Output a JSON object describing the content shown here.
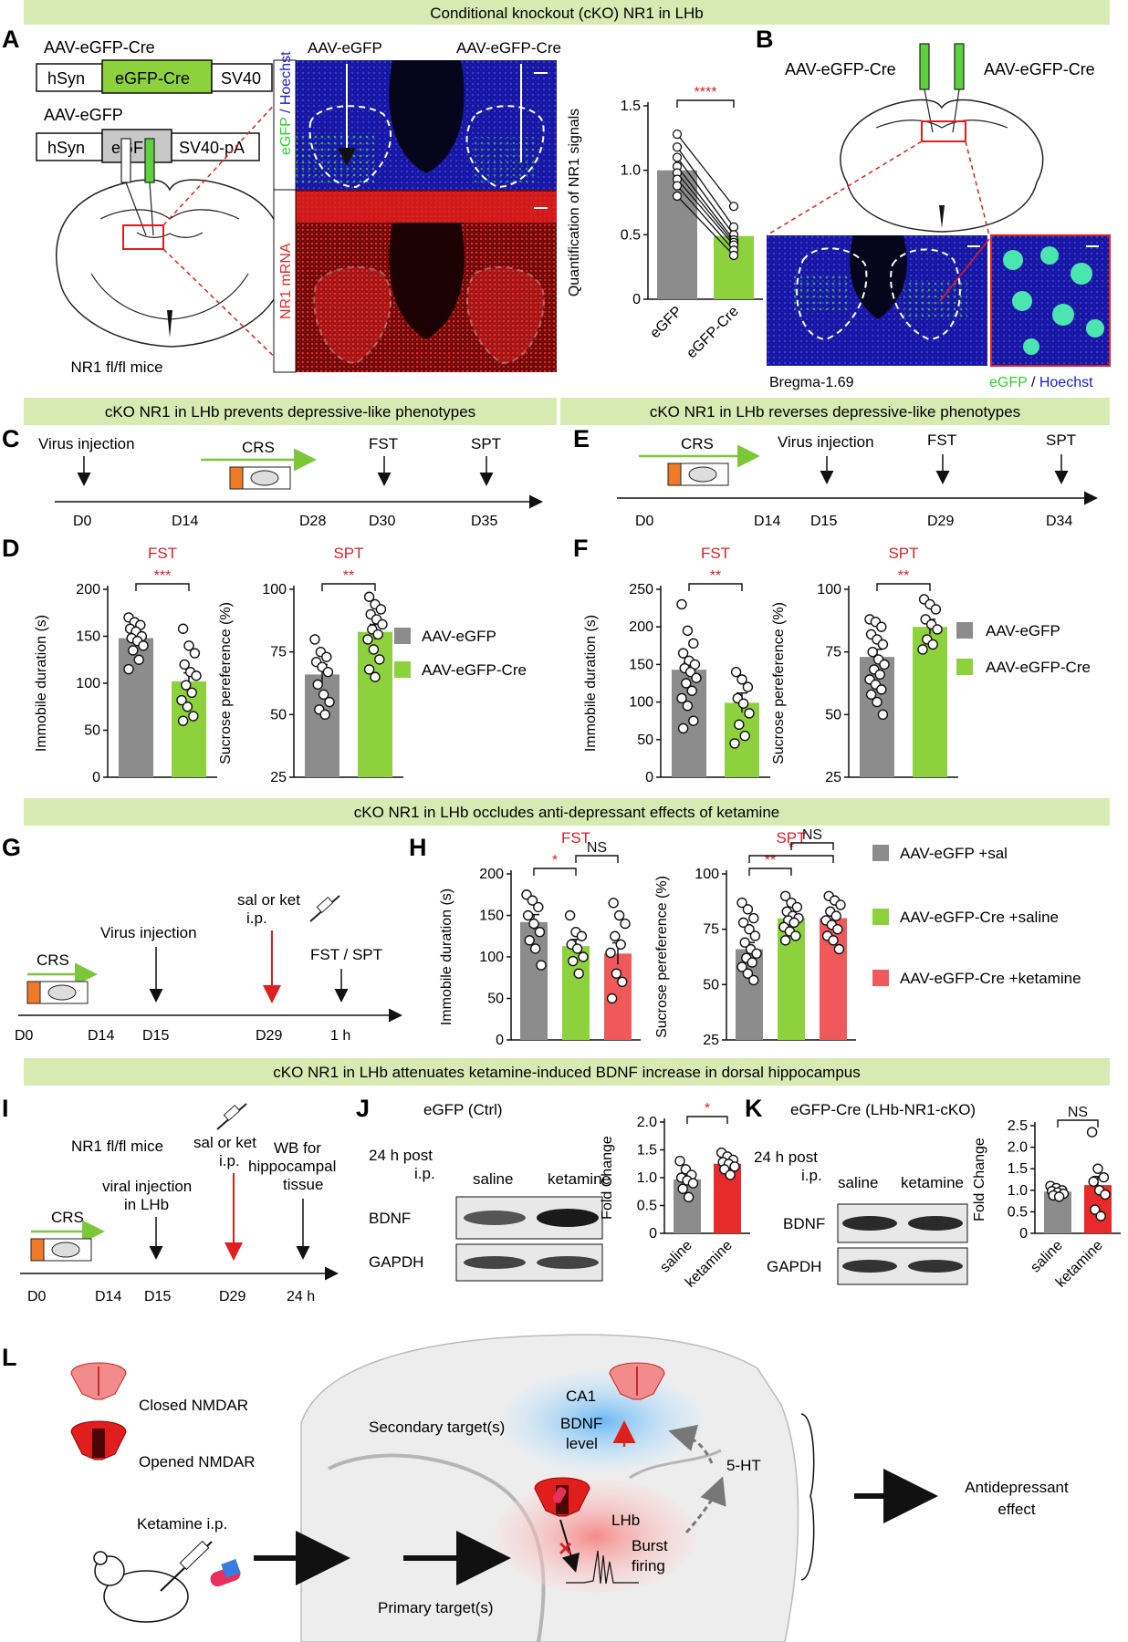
{
  "banners": {
    "a": "Conditional knockout (cKO) NR1 in LHb",
    "c": "cKO NR1 in LHb prevents depressive-like phenotypes",
    "e": "cKO NR1 in LHb reverses depressive-like phenotypes",
    "g": "cKO NR1 in LHb occludes anti-depressant effects of ketamine",
    "i": "cKO NR1 in LHb attenuates ketamine-induced BDNF increase in dorsal hippocampus"
  },
  "panel_labels": [
    "A",
    "B",
    "C",
    "D",
    "E",
    "F",
    "G",
    "H",
    "I",
    "J",
    "K",
    "L"
  ],
  "panelA": {
    "construct1_title": "AAV-eGFP-Cre",
    "construct1": [
      "hSyn",
      "eGFP-Cre",
      "SV40"
    ],
    "construct2_title": "AAV-eGFP",
    "construct2": [
      "hSyn",
      "eGFP",
      "SV40-pA"
    ],
    "mouse_label": "NR1 fl/fl mice",
    "img_left_label": "AAV-eGFP",
    "img_right_label": "AAV-eGFP-Cre",
    "side_top_1": "eGFP",
    "side_top_2": " / Hoechst",
    "side_bottom": "NR1 mRNA",
    "colors": {
      "green": "#8dd13c",
      "grey": "#8c8c8c",
      "red": "#e02a2a",
      "blue": "#1a1ad6"
    }
  },
  "panelB": {
    "left_label": "AAV-eGFP-Cre",
    "right_label": "AAV-eGFP-Cre",
    "bregma": "Bregma-1.69",
    "legend_1": "eGFP",
    "legend_sep": " / ",
    "legend_2": "Hoechst"
  },
  "timelineC": {
    "events": [
      "Virus injection",
      "CRS",
      "FST",
      "SPT"
    ],
    "days": [
      "D0",
      "D14",
      "D28",
      "D30",
      "D35"
    ]
  },
  "timelineE": {
    "events": [
      "CRS",
      "Virus injection",
      "FST",
      "SPT"
    ],
    "days": [
      "D0",
      "D14",
      "D15",
      "D29",
      "D34"
    ]
  },
  "timelineG": {
    "events": [
      "CRS",
      "Virus injection",
      "sal or ket",
      "i.p.",
      "FST / SPT"
    ],
    "days": [
      "D0",
      "D14",
      "D15",
      "D29",
      "1 h"
    ]
  },
  "timelineI": {
    "events": [
      "NR1 fl/fl mice",
      "CRS",
      "viral injection",
      "in LHb",
      "sal or ket",
      "i.p.",
      "WB for",
      "hippocampal",
      "tissue"
    ],
    "days": [
      "D0",
      "D14",
      "D15",
      "D29",
      "24 h"
    ]
  },
  "legendD": [
    "AAV-eGFP",
    "AAV-eGFP-Cre"
  ],
  "legendF": [
    "AAV-eGFP",
    "AAV-eGFP-Cre"
  ],
  "legendH": [
    "AAV-eGFP +sal",
    "AAV-eGFP-Cre +saline",
    "AAV-eGFP-Cre +ketamine"
  ],
  "blotJ": {
    "title": "eGFP (Ctrl)",
    "post1": "24 h post",
    "post2": "i.p.",
    "lanes": [
      "saline",
      "ketamine"
    ],
    "rows": [
      "BDNF",
      "GAPDH"
    ]
  },
  "blotK": {
    "title": "eGFP-Cre (LHb-NR1-cKO)",
    "post1": "24 h post",
    "post2": "i.p.",
    "lanes": [
      "saline",
      "ketamine"
    ],
    "rows": [
      "BDNF",
      "GAPDH"
    ]
  },
  "panelL": {
    "closed": "Closed NMDAR",
    "opened": "Opened NMDAR",
    "secondary": "Secondary target(s)",
    "ca1": "CA1",
    "bdnf1": "BDNF",
    "bdnf2": "level",
    "ht": "5-HT",
    "lhb": "LHb",
    "burst1": "Burst",
    "burst2": "firing",
    "ketamine": "Ketamine i.p.",
    "primary": "Primary target(s)",
    "anti1": "Antidepressant",
    "anti2": "effect"
  },
  "chart_data": [
    {
      "id": "A-quant",
      "type": "bar",
      "ylabel": "Quantification of NR1 signals",
      "ylim": [
        0,
        1.5
      ],
      "yticks": [
        "0",
        "0.5",
        "1.0",
        "1.5"
      ],
      "categories": [
        "eGFP",
        "eGFP-Cre"
      ],
      "values": [
        1.0,
        0.49
      ],
      "colors": [
        "#8c8c8c",
        "#8dd13c"
      ],
      "paired_points": [
        [
          1.28,
          0.72
        ],
        [
          1.18,
          0.56
        ],
        [
          1.1,
          0.5
        ],
        [
          1.03,
          0.46
        ],
        [
          0.98,
          0.44
        ],
        [
          0.93,
          0.42
        ],
        [
          0.88,
          0.38
        ],
        [
          0.8,
          0.34
        ]
      ],
      "significance": [
        {
          "between": [
            0,
            1
          ],
          "label": "****"
        }
      ]
    },
    {
      "id": "D-FST",
      "type": "bar",
      "title": "FST",
      "ylabel": "Immobile duration (s)",
      "ylim": [
        0,
        200
      ],
      "yticks": [
        "0",
        "50",
        "100",
        "150",
        "200"
      ],
      "categories": [
        "AAV-eGFP",
        "AAV-eGFP-Cre"
      ],
      "values": [
        148,
        102
      ],
      "sem": [
        6,
        9
      ],
      "colors": [
        "#8c8c8c",
        "#8dd13c"
      ],
      "points": [
        [
          170,
          165,
          162,
          158,
          155,
          150,
          148,
          145,
          140,
          135,
          125,
          115
        ],
        [
          158,
          140,
          132,
          120,
          112,
          108,
          98,
          90,
          82,
          75,
          65,
          60
        ]
      ],
      "significance": [
        {
          "between": [
            0,
            1
          ],
          "label": "***"
        }
      ]
    },
    {
      "id": "D-SPT",
      "type": "bar",
      "title": "SPT",
      "ylabel": "Sucrose pereference (%)",
      "ylim": [
        25,
        100
      ],
      "yticks": [
        "25",
        "50",
        "75",
        "100"
      ],
      "categories": [
        "AAV-eGFP",
        "AAV-eGFP-Cre"
      ],
      "values": [
        66,
        83
      ],
      "sem": [
        4,
        3
      ],
      "colors": [
        "#8c8c8c",
        "#8dd13c"
      ],
      "points": [
        [
          80,
          75,
          73,
          71,
          69,
          67,
          62,
          58,
          55,
          52,
          50
        ],
        [
          97,
          94,
          92,
          90,
          88,
          86,
          84,
          82,
          80,
          76,
          72,
          68,
          65
        ]
      ],
      "significance": [
        {
          "between": [
            0,
            1
          ],
          "label": "**"
        }
      ]
    },
    {
      "id": "F-FST",
      "type": "bar",
      "title": "FST",
      "ylabel": "Immobile duration (s)",
      "ylim": [
        0,
        250
      ],
      "yticks": [
        "0",
        "50",
        "100",
        "150",
        "200",
        "250"
      ],
      "categories": [
        "AAV-eGFP",
        "AAV-eGFP-Cre"
      ],
      "values": [
        143,
        99
      ],
      "sem": [
        10,
        13
      ],
      "colors": [
        "#8c8c8c",
        "#8dd13c"
      ],
      "points": [
        [
          230,
          195,
          178,
          165,
          155,
          150,
          145,
          140,
          132,
          125,
          115,
          105,
          95,
          75,
          65
        ],
        [
          140,
          130,
          120,
          105,
          98,
          85,
          70,
          55,
          45
        ]
      ],
      "significance": [
        {
          "between": [
            0,
            1
          ],
          "label": "**"
        }
      ]
    },
    {
      "id": "F-SPT",
      "type": "bar",
      "title": "SPT",
      "ylabel": "Sucrose pereference (%)",
      "ylim": [
        25,
        100
      ],
      "yticks": [
        "25",
        "50",
        "75",
        "100"
      ],
      "categories": [
        "AAV-eGFP",
        "AAV-eGFP-Cre"
      ],
      "values": [
        73,
        85
      ],
      "sem": [
        3,
        3
      ],
      "colors": [
        "#8c8c8c",
        "#8dd13c"
      ],
      "points": [
        [
          88,
          87,
          85,
          82,
          80,
          78,
          75,
          72,
          70,
          68,
          66,
          64,
          62,
          60,
          58,
          55,
          50
        ],
        [
          96,
          94,
          92,
          88,
          86,
          84,
          80,
          78,
          76
        ]
      ],
      "significance": [
        {
          "between": [
            0,
            1
          ],
          "label": "**"
        }
      ]
    },
    {
      "id": "H-FST",
      "type": "bar",
      "title": "FST",
      "ylabel": "Immobile duration (s)",
      "ylim": [
        0,
        200
      ],
      "yticks": [
        "0",
        "50",
        "100",
        "150",
        "200"
      ],
      "categories": [
        "AAV-eGFP +sal",
        "AAV-eGFP-Cre +saline",
        "AAV-eGFP-Cre +ketamine"
      ],
      "values": [
        142,
        113,
        104
      ],
      "sem": [
        9,
        8,
        13
      ],
      "colors": [
        "#8c8c8c",
        "#8dd13c",
        "#f0585a"
      ],
      "points": [
        [
          175,
          168,
          160,
          150,
          140,
          130,
          120,
          110,
          90
        ],
        [
          150,
          130,
          125,
          115,
          110,
          100,
          95,
          80
        ],
        [
          165,
          150,
          140,
          125,
          115,
          105,
          80,
          70,
          50
        ]
      ],
      "significance": [
        {
          "between": [
            0,
            1
          ],
          "label": "*"
        },
        {
          "between": [
            1,
            2
          ],
          "label": "NS"
        }
      ]
    },
    {
      "id": "H-SPT",
      "type": "bar",
      "title": "SPT",
      "ylabel": "Sucrose pereference (%)",
      "ylim": [
        25,
        100
      ],
      "yticks": [
        "25",
        "50",
        "75",
        "100"
      ],
      "categories": [
        "AAV-eGFP +sal",
        "AAV-eGFP-Cre +saline",
        "AAV-eGFP-Cre +ketamine"
      ],
      "values": [
        66,
        80,
        80
      ],
      "sem": [
        3,
        2,
        3
      ],
      "colors": [
        "#8c8c8c",
        "#8dd13c",
        "#f0585a"
      ],
      "points": [
        [
          87,
          84,
          80,
          78,
          75,
          72,
          69,
          66,
          64,
          62,
          60,
          58,
          55,
          52
        ],
        [
          90,
          87,
          85,
          83,
          81,
          80,
          79,
          78,
          76,
          74,
          72,
          70
        ],
        [
          90,
          88,
          86,
          83,
          81,
          79,
          77,
          75,
          72,
          70,
          66
        ]
      ],
      "significance": [
        {
          "between": [
            0,
            1
          ],
          "label": "**"
        },
        {
          "between": [
            0,
            2
          ],
          "label": "*"
        },
        {
          "between": [
            1,
            2
          ],
          "label": "NS"
        }
      ]
    },
    {
      "id": "J",
      "type": "bar",
      "ylabel": "Fold Change",
      "ylim": [
        0,
        2.0
      ],
      "yticks": [
        "0",
        "0.5",
        "1.0",
        "1.5",
        "2.0"
      ],
      "categories": [
        "saline",
        "ketamine"
      ],
      "values": [
        0.97,
        1.25
      ],
      "sem": [
        0.07,
        0.04
      ],
      "colors": [
        "#8c8c8c",
        "#e82a2a"
      ],
      "points": [
        [
          1.3,
          1.15,
          1.05,
          1.0,
          0.95,
          0.9,
          0.8,
          0.65
        ],
        [
          1.45,
          1.38,
          1.32,
          1.28,
          1.25,
          1.2,
          1.15,
          1.05
        ]
      ],
      "significance": [
        {
          "between": [
            0,
            1
          ],
          "label": "*"
        }
      ]
    },
    {
      "id": "K",
      "type": "bar",
      "ylabel": "Fold Change",
      "ylim": [
        0,
        2.5
      ],
      "yticks": [
        "0",
        "0.5",
        "1.0",
        "1.5",
        "2.0",
        "2.5"
      ],
      "categories": [
        "saline",
        "ketamine"
      ],
      "values": [
        0.97,
        1.12
      ],
      "sem": [
        0.05,
        0.2
      ],
      "colors": [
        "#8c8c8c",
        "#e82a2a"
      ],
      "points": [
        [
          1.1,
          1.05,
          1.0,
          0.98,
          0.95,
          0.92,
          0.88,
          0.85
        ],
        [
          2.35,
          1.5,
          1.3,
          1.2,
          1.0,
          0.9,
          0.55,
          0.4
        ]
      ],
      "significance": [
        {
          "between": [
            0,
            1
          ],
          "label": "NS"
        }
      ]
    }
  ]
}
